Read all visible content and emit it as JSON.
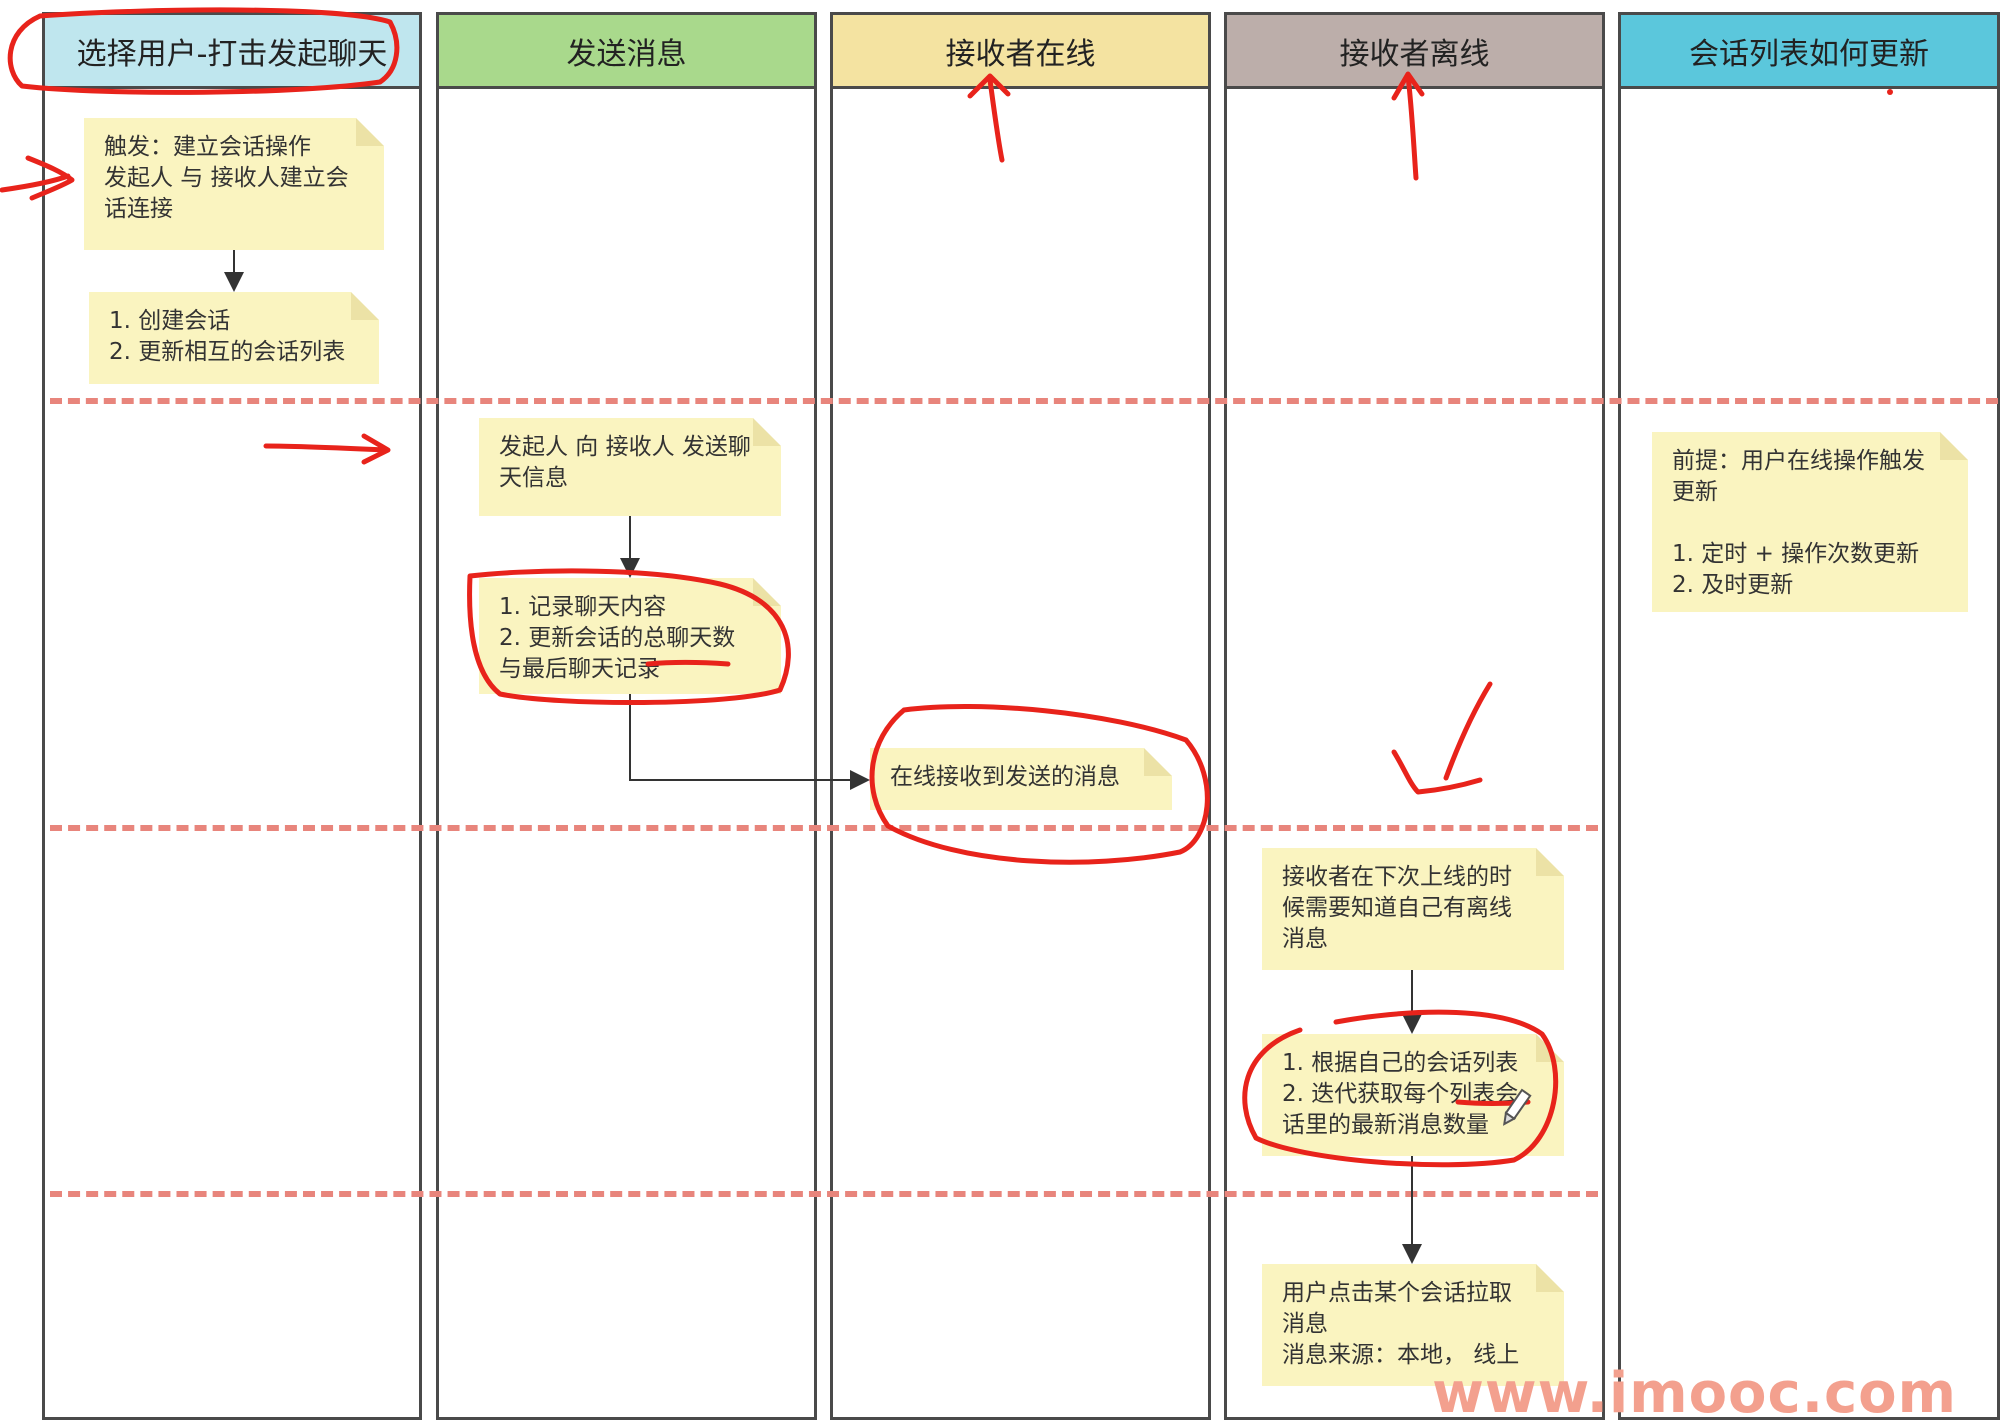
{
  "lanes": [
    {
      "title": "选择用户-打击发起聊天",
      "color": "#bfe6ee"
    },
    {
      "title": "发送消息",
      "color": "#a9d98c"
    },
    {
      "title": "接收者在线",
      "color": "#f4e3a1"
    },
    {
      "title": "接收者离线",
      "color": "#bcaeaa"
    },
    {
      "title": "会话列表如何更新",
      "color": "#5bc7dc"
    }
  ],
  "notes": {
    "trigger": "触发：建立会话操作\n发起人 与 接收人建立会\n话连接",
    "create_session": "1. 创建会话\n2. 更新相互的会话列表",
    "send_info": "发起人 向 接收人 发送聊\n天信息",
    "record_chat": "1. 记录聊天内容\n2. 更新会话的总聊天数\n与最后聊天记录",
    "online_receive": "在线接收到发送的消息",
    "offline_notice": "接收者在下次上线的时\n候需要知道自己有离线\n消息",
    "offline_steps": "1. 根据自己的会话列表\n2. 迭代获取每个列表会\n话里的最新消息数量",
    "pull_messages": "用户点击某个会话拉取\n消息\n消息来源：本地，  线上",
    "list_update": "前提：用户在线操作触发\n更新\n\n1. 定时 + 操作次数更新\n2. 及时更新"
  },
  "watermark": "www.imooc.com",
  "colors": {
    "note": "#faf4c0",
    "divider": "#e8857c",
    "annotation": "#e8231b"
  }
}
